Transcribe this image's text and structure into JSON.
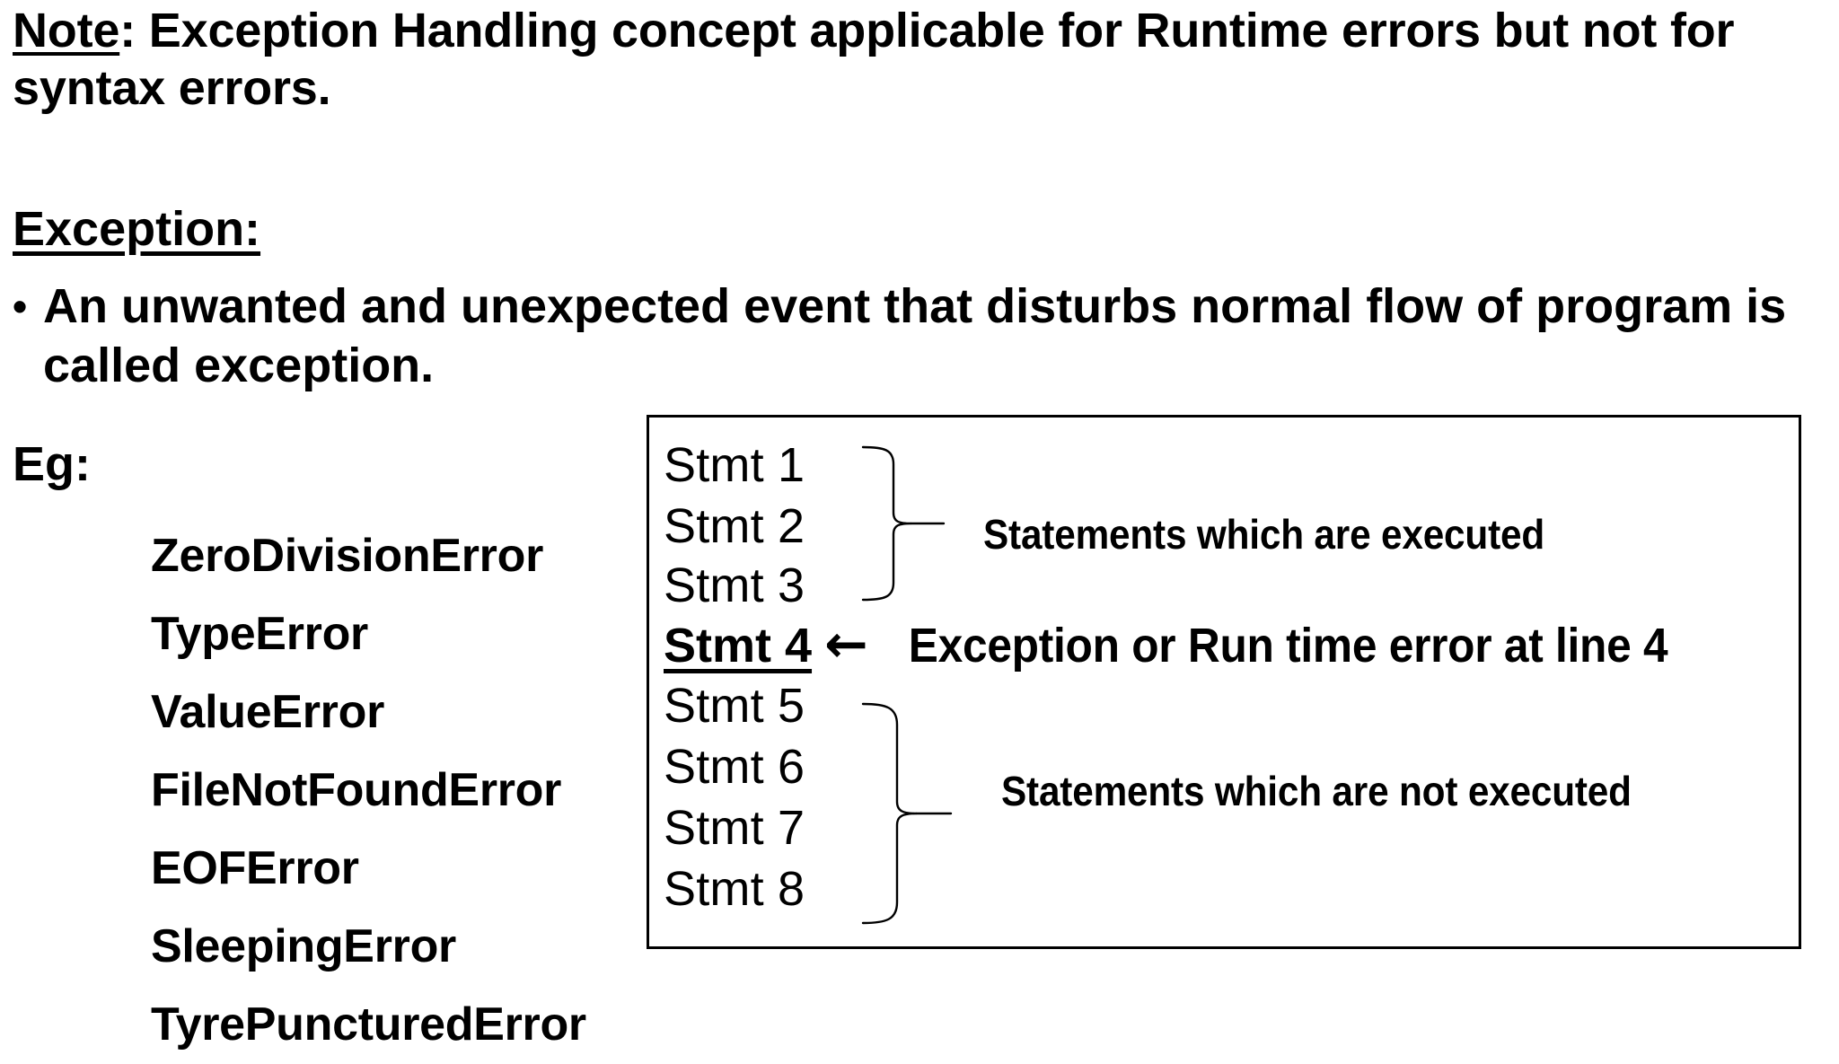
{
  "note": {
    "label": "Note",
    "line1_prefix": ":",
    "text": " Exception Handling concept applicable for Runtime errors but not for",
    "line2": "syntax errors."
  },
  "exception_heading": "Exception:",
  "definition": {
    "bullet_glyph": "•",
    "line1": "An unwanted and unexpected event that disturbs normal flow of program is",
    "line2": "called exception."
  },
  "eg_label": "Eg:",
  "error_examples": [
    "ZeroDivisionError",
    "TypeError",
    "ValueError",
    "FileNotFoundError",
    "EOFError",
    "SleepingError",
    "TyrePuncturedError"
  ],
  "diagram": {
    "executed_statements": [
      "Stmt 1",
      "Stmt 2",
      "Stmt 3"
    ],
    "error_statement": {
      "label": "Stmt 4",
      "arrow": "←",
      "annotation": "Exception or Run time error at line 4"
    },
    "not_executed_statements": [
      "Stmt 5",
      "Stmt 6",
      "Stmt 7",
      "Stmt 8"
    ],
    "caption_executed": "Statements which are executed",
    "caption_not_executed": "Statements which are not executed",
    "border_color": "#000000",
    "background_color": "#ffffff"
  }
}
